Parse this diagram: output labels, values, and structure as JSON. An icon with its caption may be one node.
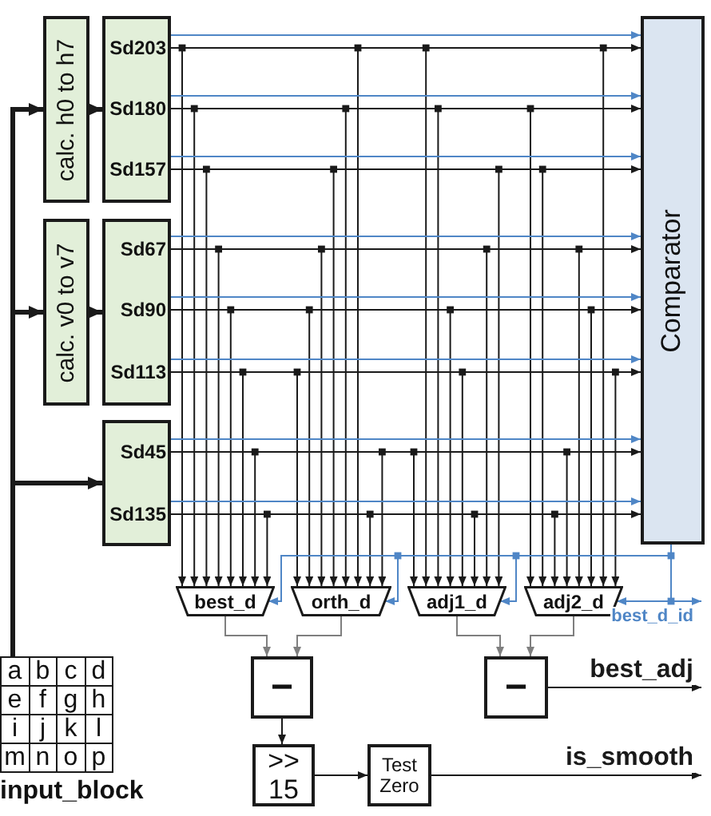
{
  "diagram": {
    "nodes": [
      {
        "text": [
          "calc. h0 to h7"
        ]
      },
      {
        "text": [],
        "shape": "box"
      },
      {
        "text": [
          "Sd203"
        ],
        "in": 1
      },
      {
        "text": [
          "Sd180"
        ],
        "in": 1
      },
      {
        "text": [
          "Sd157"
        ],
        "in": 1
      },
      {
        "text": [
          "calc. v0 to v7"
        ]
      },
      {
        "text": [],
        "shape": "box"
      },
      {
        "text": [
          "Sd67"
        ],
        "in": 6
      },
      {
        "text": [
          "Sd90"
        ],
        "in": 6
      },
      {
        "text": [
          "Sd113"
        ],
        "in": 6
      },
      {
        "text": [],
        "shape": "box"
      },
      {
        "text": [
          "Sd45"
        ],
        "in": 10
      },
      {
        "text": [
          "Sd135"
        ],
        "in": 10
      },
      {
        "text": [
          "Comparator"
        ]
      },
      {
        "text": [
          "best_d"
        ]
      },
      {
        "text": [
          "orth_d"
        ]
      },
      {
        "text": [
          "adj1_d"
        ]
      },
      {
        "text": [
          "adj2_d"
        ]
      },
      {
        "text": [
          "−"
        ]
      },
      {
        "text": [
          "−"
        ]
      },
      {
        "text": [
          "input_block"
        ]
      },
      {
        "text": [
          ">> 15"
        ]
      },
      {
        "text": [
          "Test Zero"
        ]
      }
    ],
    "edges": [
      {
        "from": 20,
        "to": 0,
        "arrow": "to",
        "style": "thick"
      },
      {
        "from": 20,
        "to": 5,
        "arrow": "to",
        "style": "thick"
      },
      {
        "from": 20,
        "to": 10,
        "arrow": "to",
        "style": "thick"
      },
      {
        "from": 0,
        "to": 1,
        "arrow": "to",
        "style": "thick"
      },
      {
        "from": 5,
        "to": 6,
        "arrow": "to",
        "style": "thick"
      },
      {
        "from": 2,
        "to": 13,
        "arrow": "to"
      },
      {
        "from": 2,
        "to": 13,
        "arrow": "to",
        "color": "#4f86c6"
      },
      {
        "from": 2,
        "to": 14,
        "arrow": "to"
      },
      {
        "from": 2,
        "to": 15,
        "arrow": "to"
      },
      {
        "from": 2,
        "to": 16,
        "arrow": "to"
      },
      {
        "from": 2,
        "to": 17,
        "arrow": "to"
      },
      {
        "from": 3,
        "to": 13,
        "arrow": "to"
      },
      {
        "from": 3,
        "to": 13,
        "arrow": "to",
        "color": "#4f86c6"
      },
      {
        "from": 3,
        "to": 14,
        "arrow": "to"
      },
      {
        "from": 3,
        "to": 15,
        "arrow": "to"
      },
      {
        "from": 3,
        "to": 16,
        "arrow": "to"
      },
      {
        "from": 3,
        "to": 17,
        "arrow": "to"
      },
      {
        "from": 4,
        "to": 13,
        "arrow": "to"
      },
      {
        "from": 4,
        "to": 13,
        "arrow": "to",
        "color": "#4f86c6"
      },
      {
        "from": 4,
        "to": 14,
        "arrow": "to"
      },
      {
        "from": 4,
        "to": 15,
        "arrow": "to"
      },
      {
        "from": 4,
        "to": 16,
        "arrow": "to"
      },
      {
        "from": 4,
        "to": 17,
        "arrow": "to"
      },
      {
        "from": 7,
        "to": 13,
        "arrow": "to"
      },
      {
        "from": 7,
        "to": 13,
        "arrow": "to",
        "color": "#4f86c6"
      },
      {
        "from": 7,
        "to": 14,
        "arrow": "to"
      },
      {
        "from": 7,
        "to": 15,
        "arrow": "to"
      },
      {
        "from": 7,
        "to": 16,
        "arrow": "to"
      },
      {
        "from": 7,
        "to": 17,
        "arrow": "to"
      },
      {
        "from": 8,
        "to": 13,
        "arrow": "to"
      },
      {
        "from": 8,
        "to": 13,
        "arrow": "to",
        "color": "#4f86c6"
      },
      {
        "from": 8,
        "to": 14,
        "arrow": "to"
      },
      {
        "from": 8,
        "to": 15,
        "arrow": "to"
      },
      {
        "from": 8,
        "to": 16,
        "arrow": "to"
      },
      {
        "from": 8,
        "to": 17,
        "arrow": "to"
      },
      {
        "from": 9,
        "to": 13,
        "arrow": "to"
      },
      {
        "from": 9,
        "to": 13,
        "arrow": "to",
        "color": "#4f86c6"
      },
      {
        "from": 9,
        "to": 14,
        "arrow": "to"
      },
      {
        "from": 9,
        "to": 15,
        "arrow": "to"
      },
      {
        "from": 9,
        "to": 16,
        "arrow": "to"
      },
      {
        "from": 9,
        "to": 17,
        "arrow": "to"
      },
      {
        "from": 11,
        "to": 13,
        "arrow": "to"
      },
      {
        "from": 11,
        "to": 13,
        "arrow": "to",
        "color": "#4f86c6"
      },
      {
        "from": 11,
        "to": 14,
        "arrow": "to"
      },
      {
        "from": 11,
        "to": 15,
        "arrow": "to"
      },
      {
        "from": 11,
        "to": 16,
        "arrow": "to"
      },
      {
        "from": 11,
        "to": 17,
        "arrow": "to"
      },
      {
        "from": 12,
        "to": 13,
        "arrow": "to"
      },
      {
        "from": 12,
        "to": 13,
        "arrow": "to",
        "color": "#4f86c6"
      },
      {
        "from": 12,
        "to": 14,
        "arrow": "to"
      },
      {
        "from": 12,
        "to": 15,
        "arrow": "to"
      },
      {
        "from": 12,
        "to": 16,
        "arrow": "to"
      },
      {
        "from": 12,
        "to": 17,
        "arrow": "to"
      },
      {
        "from": 13,
        "to": 14,
        "arrow": "to",
        "color": "#4f86c6"
      },
      {
        "from": 13,
        "to": 15,
        "arrow": "to",
        "color": "#4f86c6"
      },
      {
        "from": 13,
        "to": 16,
        "arrow": "to",
        "color": "#4f86c6"
      },
      {
        "from": 13,
        "to": 17,
        "arrow": "to",
        "color": "#4f86c6"
      },
      {
        "from": 13,
        "to": null,
        "arrow": "to",
        "label": "best_d_id",
        "color": "#4f86c6"
      },
      {
        "from": 14,
        "to": 18,
        "arrow": "to",
        "color": "#7f7f7f"
      },
      {
        "from": 15,
        "to": 18,
        "arrow": "to",
        "color": "#7f7f7f"
      },
      {
        "from": 16,
        "to": 19,
        "arrow": "to",
        "color": "#7f7f7f"
      },
      {
        "from": 17,
        "to": 19,
        "arrow": "to",
        "color": "#7f7f7f"
      },
      {
        "from": 18,
        "to": 21,
        "arrow": "to"
      },
      {
        "from": 21,
        "to": 22,
        "arrow": "to"
      },
      {
        "from": 22,
        "to": null,
        "arrow": "to",
        "label": "is_smooth"
      },
      {
        "from": 19,
        "to": null,
        "arrow": "to",
        "label": "best_adj"
      }
    ],
    "labels": [
      "a",
      "b",
      "c",
      "d",
      "e",
      "f",
      "g",
      "h",
      "i",
      "j",
      "k",
      "l",
      "m",
      "n",
      "o",
      "p"
    ]
  }
}
